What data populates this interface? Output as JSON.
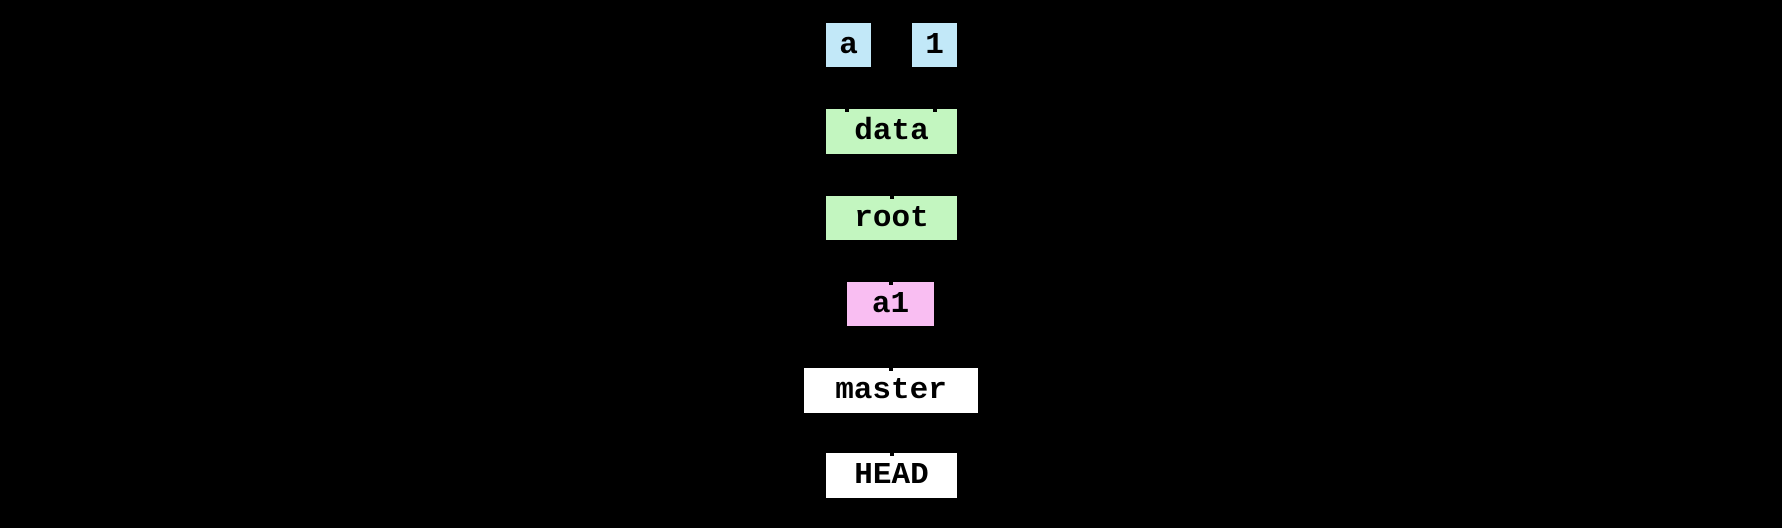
{
  "diagram": {
    "background_color": "#000000",
    "text_color": "#000000",
    "nodes": {
      "blob_a": {
        "label": "a",
        "color": "#c2e8f8",
        "type": "blob"
      },
      "blob_1": {
        "label": "1",
        "color": "#c2e8f8",
        "type": "blob"
      },
      "tree_data": {
        "label": "data",
        "color": "#c3f6c0",
        "type": "tree"
      },
      "tree_root": {
        "label": "root",
        "color": "#c3f6c0",
        "type": "tree"
      },
      "commit_a1": {
        "label": "a1",
        "color": "#f9bef2",
        "type": "commit"
      },
      "branch_master": {
        "label": "master",
        "color": "#ffffff",
        "type": "ref"
      },
      "head": {
        "label": "HEAD",
        "color": "#ffffff",
        "type": "ref"
      }
    }
  }
}
